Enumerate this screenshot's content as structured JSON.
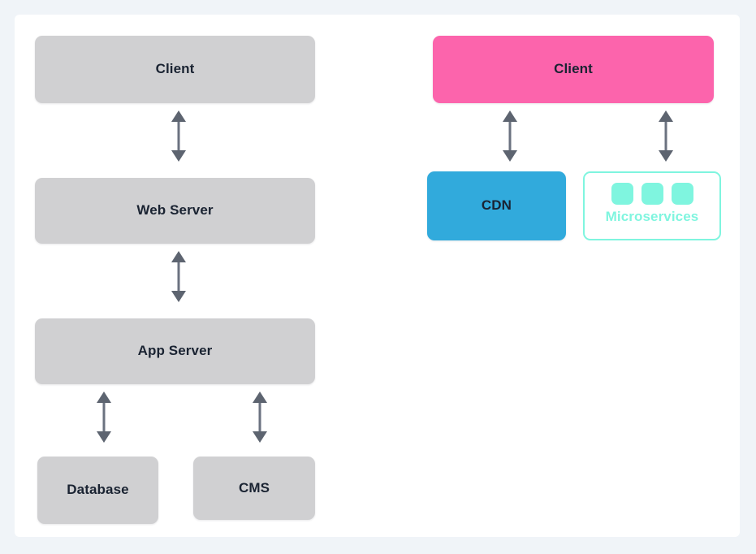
{
  "canvas": {
    "background_color": "#f0f4f8",
    "card_color": "#ffffff"
  },
  "palette": {
    "gray_node": "#d0d0d2",
    "pink_node": "#fc64ac",
    "blue_node": "#31aadc",
    "mint_accent": "#7ff5df",
    "arrow_color": "#6b7280",
    "label_color": "#1a2332"
  },
  "left_stack": {
    "nodes": [
      {
        "id": "client",
        "label": "Client",
        "style": "gray"
      },
      {
        "id": "web-server",
        "label": "Web Server",
        "style": "gray"
      },
      {
        "id": "app-server",
        "label": "App Server",
        "style": "gray"
      },
      {
        "id": "database",
        "label": "Database",
        "style": "gray"
      },
      {
        "id": "cms",
        "label": "CMS",
        "style": "gray"
      }
    ]
  },
  "right_stack": {
    "nodes": [
      {
        "id": "client",
        "label": "Client",
        "style": "pink"
      },
      {
        "id": "cdn",
        "label": "CDN",
        "style": "blue"
      },
      {
        "id": "microservices",
        "label": "Microservices",
        "style": "group",
        "chip_count": 3
      }
    ]
  },
  "connectors": [
    {
      "id": "client-web-server",
      "type": "bidirectional-vertical"
    },
    {
      "id": "web-server-app-server",
      "type": "bidirectional-vertical"
    },
    {
      "id": "app-server-database",
      "type": "bidirectional-vertical"
    },
    {
      "id": "app-server-cms",
      "type": "bidirectional-vertical"
    },
    {
      "id": "client-cdn",
      "type": "bidirectional-vertical"
    },
    {
      "id": "client-microservices",
      "type": "bidirectional-vertical"
    }
  ]
}
